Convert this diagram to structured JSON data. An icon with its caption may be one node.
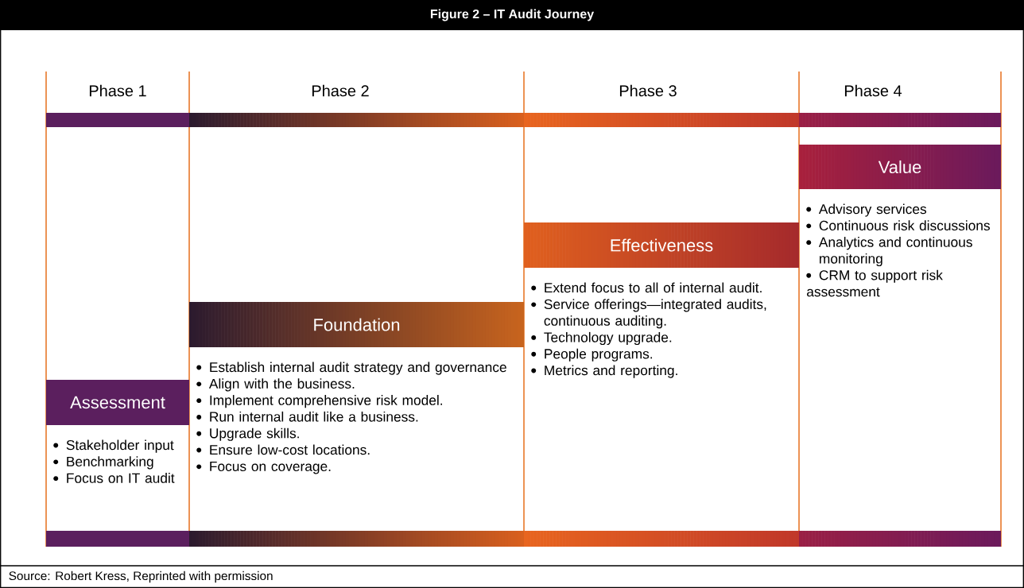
{
  "diagram": {
    "title": "Figure 2 – IT Audit Journey",
    "caption": "Source: Robert Kress, Reprinted with permission",
    "labels": [
      "Phase 1",
      "Phase 2",
      "Phase 3",
      "Phase 4"
    ],
    "nodes": [
      {
        "text": [
          "Value",
          "Advisory services",
          "Continuous risk discussions",
          "Analytics and continuous monitoring",
          "CRM to support risk assessment"
        ]
      },
      {
        "text": [
          "Effectiveness",
          "Extend focus to all of internal audit.",
          "Service offerings—integrated audits, continuous auditing.",
          "Technology upgrade.",
          "People programs.",
          "Metrics and reporting."
        ]
      },
      {
        "text": [
          "Foundation",
          "Establish internal audit strategy and governance",
          "Align with the business.",
          "Implement comprehensive risk model.",
          "Run internal audit like a business.",
          "Upgrade skills.",
          "Ensure low-cost locations.",
          "Focus on coverage."
        ]
      },
      {
        "text": [
          "Assessment",
          "Stakeholder input",
          "Benchmarking",
          "Focus on IT audit"
        ]
      }
    ]
  }
}
